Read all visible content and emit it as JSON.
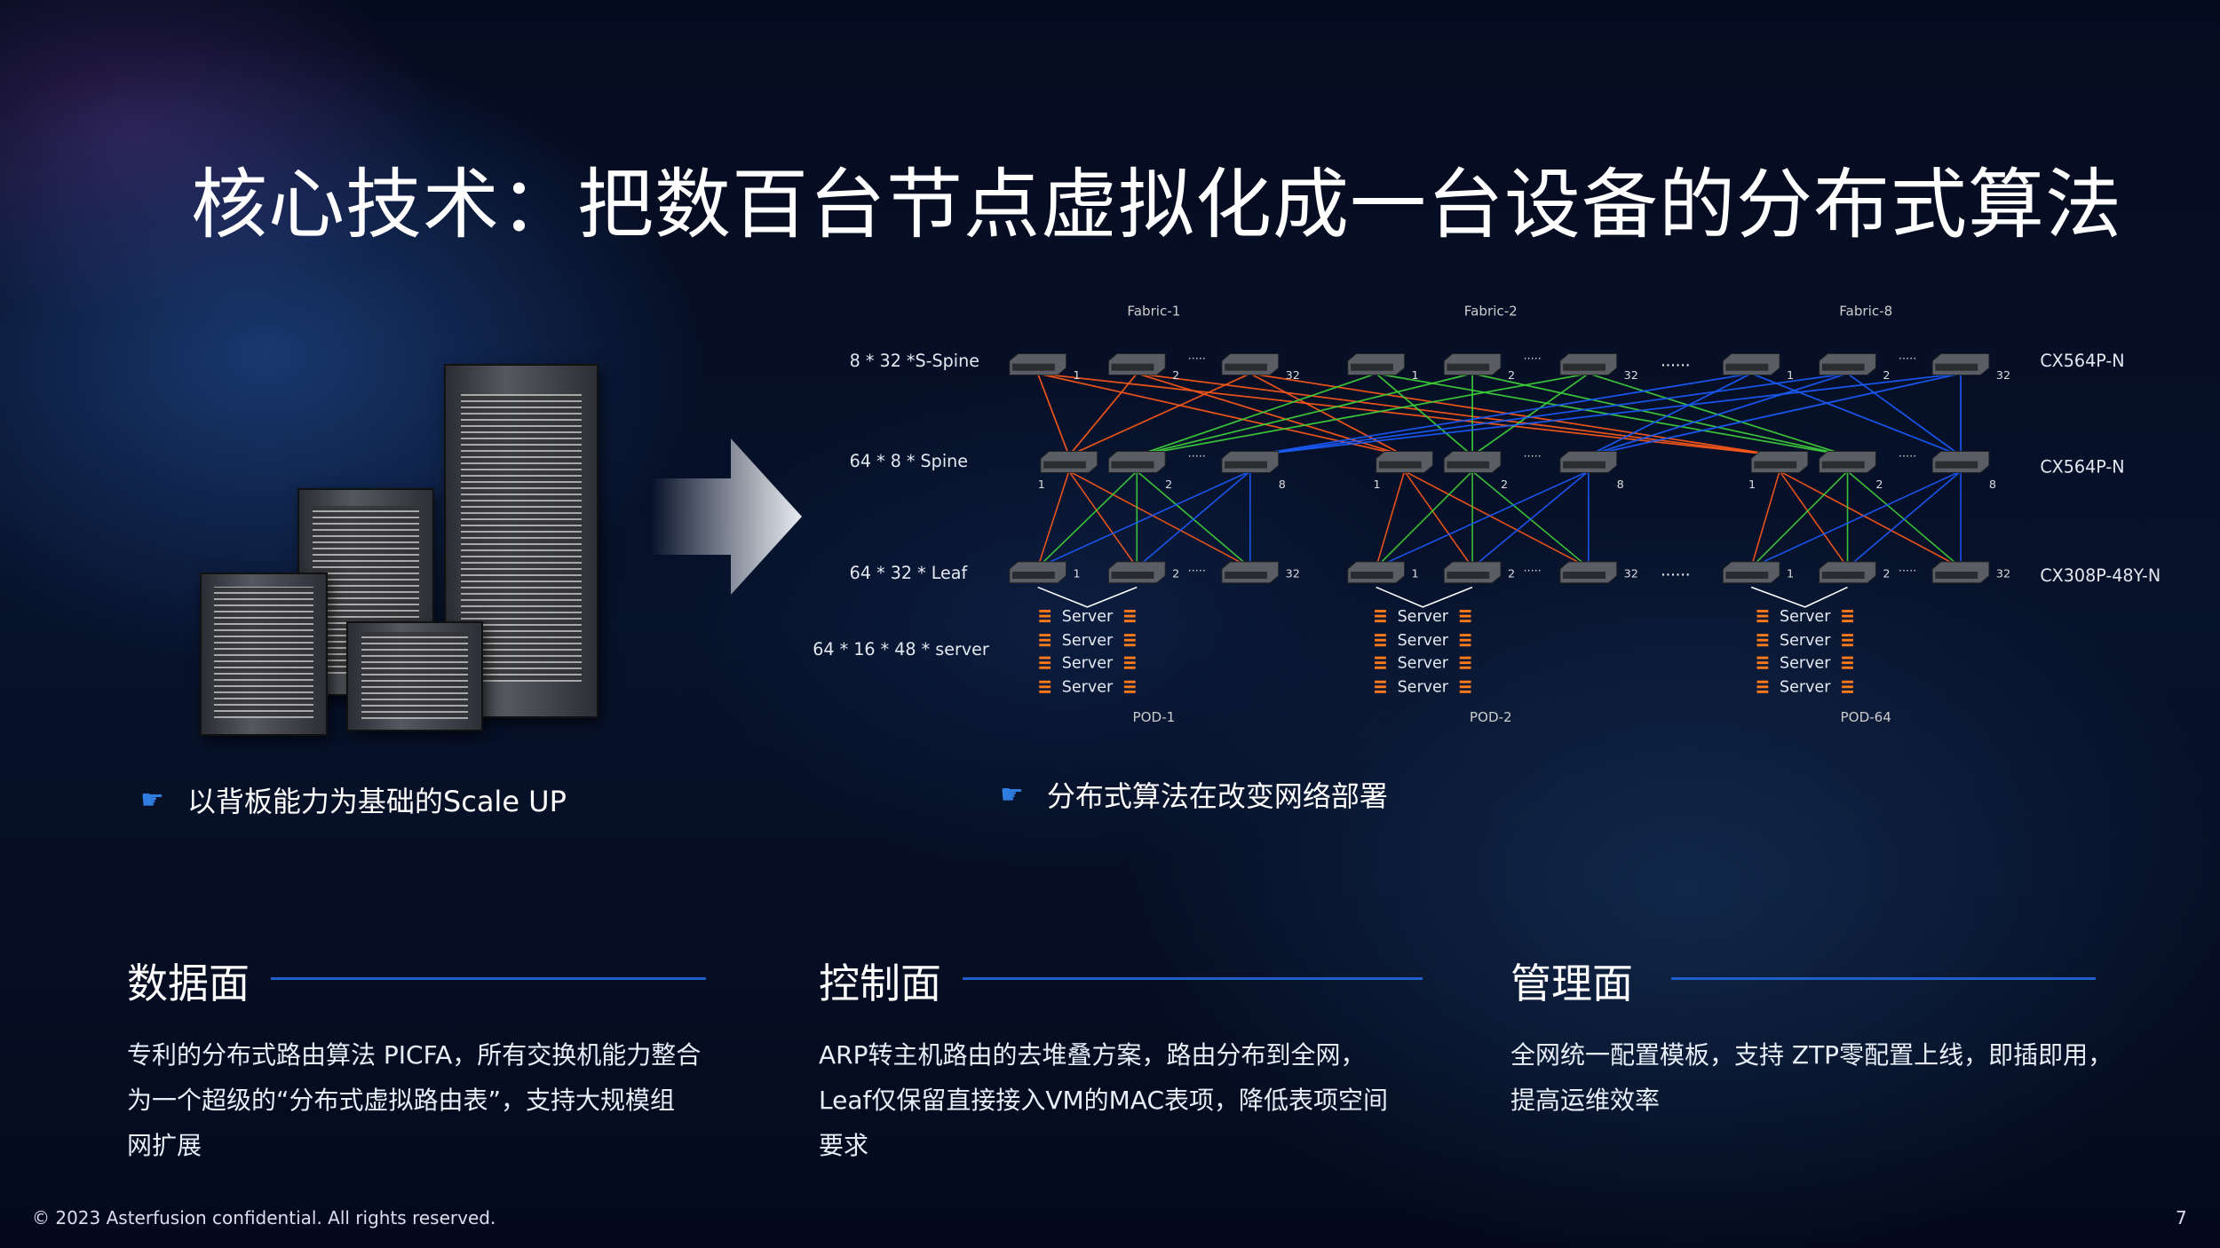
{
  "title": "核心技术：把数百台节点虚拟化成一台设备的分布式算法",
  "left_bullet": {
    "icon": "pointing-hand-icon",
    "text": "以背板能力为基础的Scale UP"
  },
  "right_bullet": {
    "icon": "pointing-hand-icon",
    "text": "分布式算法在改变网络部署"
  },
  "diagram": {
    "fabrics": [
      "Fabric-1",
      "Fabric-2",
      "Fabric-8"
    ],
    "pods": [
      "POD-1",
      "POD-2",
      "POD-64"
    ],
    "row_labels": {
      "super_spine": "8 * 32 *S-Spine",
      "spine": "64 * 8 * Spine",
      "leaf": "64 * 32 * Leaf",
      "server": "64 * 16 * 48 * server"
    },
    "models": {
      "super_spine": "CX564P-N",
      "spine": "CX564P-N",
      "leaf": "CX308P-48Y-N"
    },
    "super_spine_numbers": [
      "1",
      "2",
      "32"
    ],
    "spine_numbers": [
      "1",
      "2",
      "8"
    ],
    "leaf_numbers": [
      "1",
      "2",
      "32"
    ],
    "ellipsis_small": "·····",
    "ellipsis_large": "······",
    "server_label": "Server",
    "colors": {
      "fabric1": "#ff5a1a",
      "fabric2": "#3fd43a",
      "fabric3": "#1a5cff",
      "server_icon": "#ff7a1a"
    }
  },
  "sections": [
    {
      "heading": "数据面",
      "lines": [
        "专利的分布式路由算法 PICFA，所有交换机能力整合",
        "为一个超级的“分布式虚拟路由表”，支持大规模组",
        "网扩展"
      ]
    },
    {
      "heading": "控制面",
      "lines": [
        "ARP转主机路由的去堆叠方案，路由分布到全网，",
        "Leaf仅保留直接接入VM的MAC表项，降低表项空间",
        "要求"
      ]
    },
    {
      "heading": "管理面",
      "lines": [
        "全网统一配置模板，支持 ZTP零配置上线，即插即用，",
        "提高运维效率"
      ]
    }
  ],
  "footer": "© 2023 Asterfusion confidential. All rights reserved.",
  "page_number": "7"
}
